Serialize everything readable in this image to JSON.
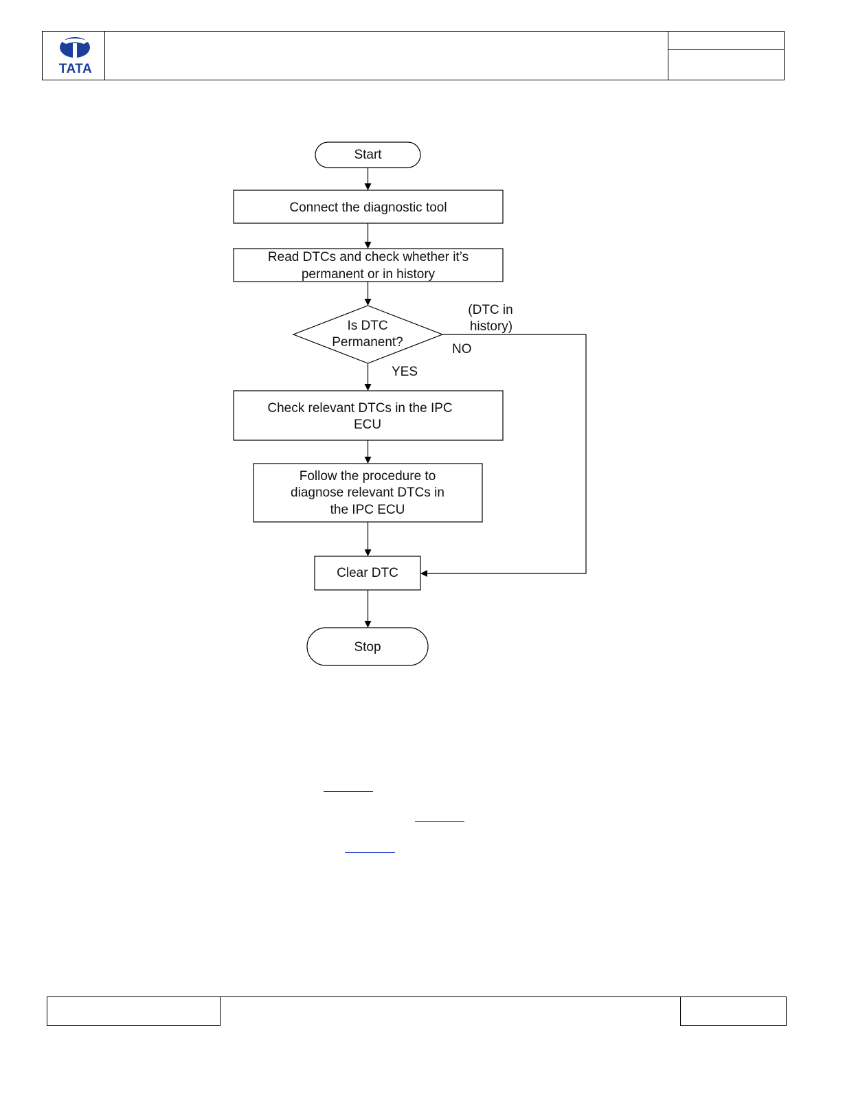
{
  "header": {
    "logo_text": "TATA",
    "brand_color": "#1c3f9b"
  },
  "flowchart": {
    "start": "Start",
    "step1": "Connect the diagnostic tool",
    "step2": [
      "Read DTCs and check whether it’s",
      "permanent or in history"
    ],
    "decision": [
      "Is DTC",
      "Permanent?"
    ],
    "yes_label": "YES",
    "no_label": "NO",
    "no_note": [
      "(DTC in",
      "history)"
    ],
    "step3": [
      "Check relevant  DTCs in the IPC",
      "ECU"
    ],
    "step4": [
      "Follow the procedure to",
      "diagnose relevant  DTCs in",
      "the   IPC   ECU"
    ],
    "step5": "Clear DTC",
    "stop": "Stop"
  },
  "colors": {
    "link": "#1a33c9",
    "line": "#000000"
  }
}
